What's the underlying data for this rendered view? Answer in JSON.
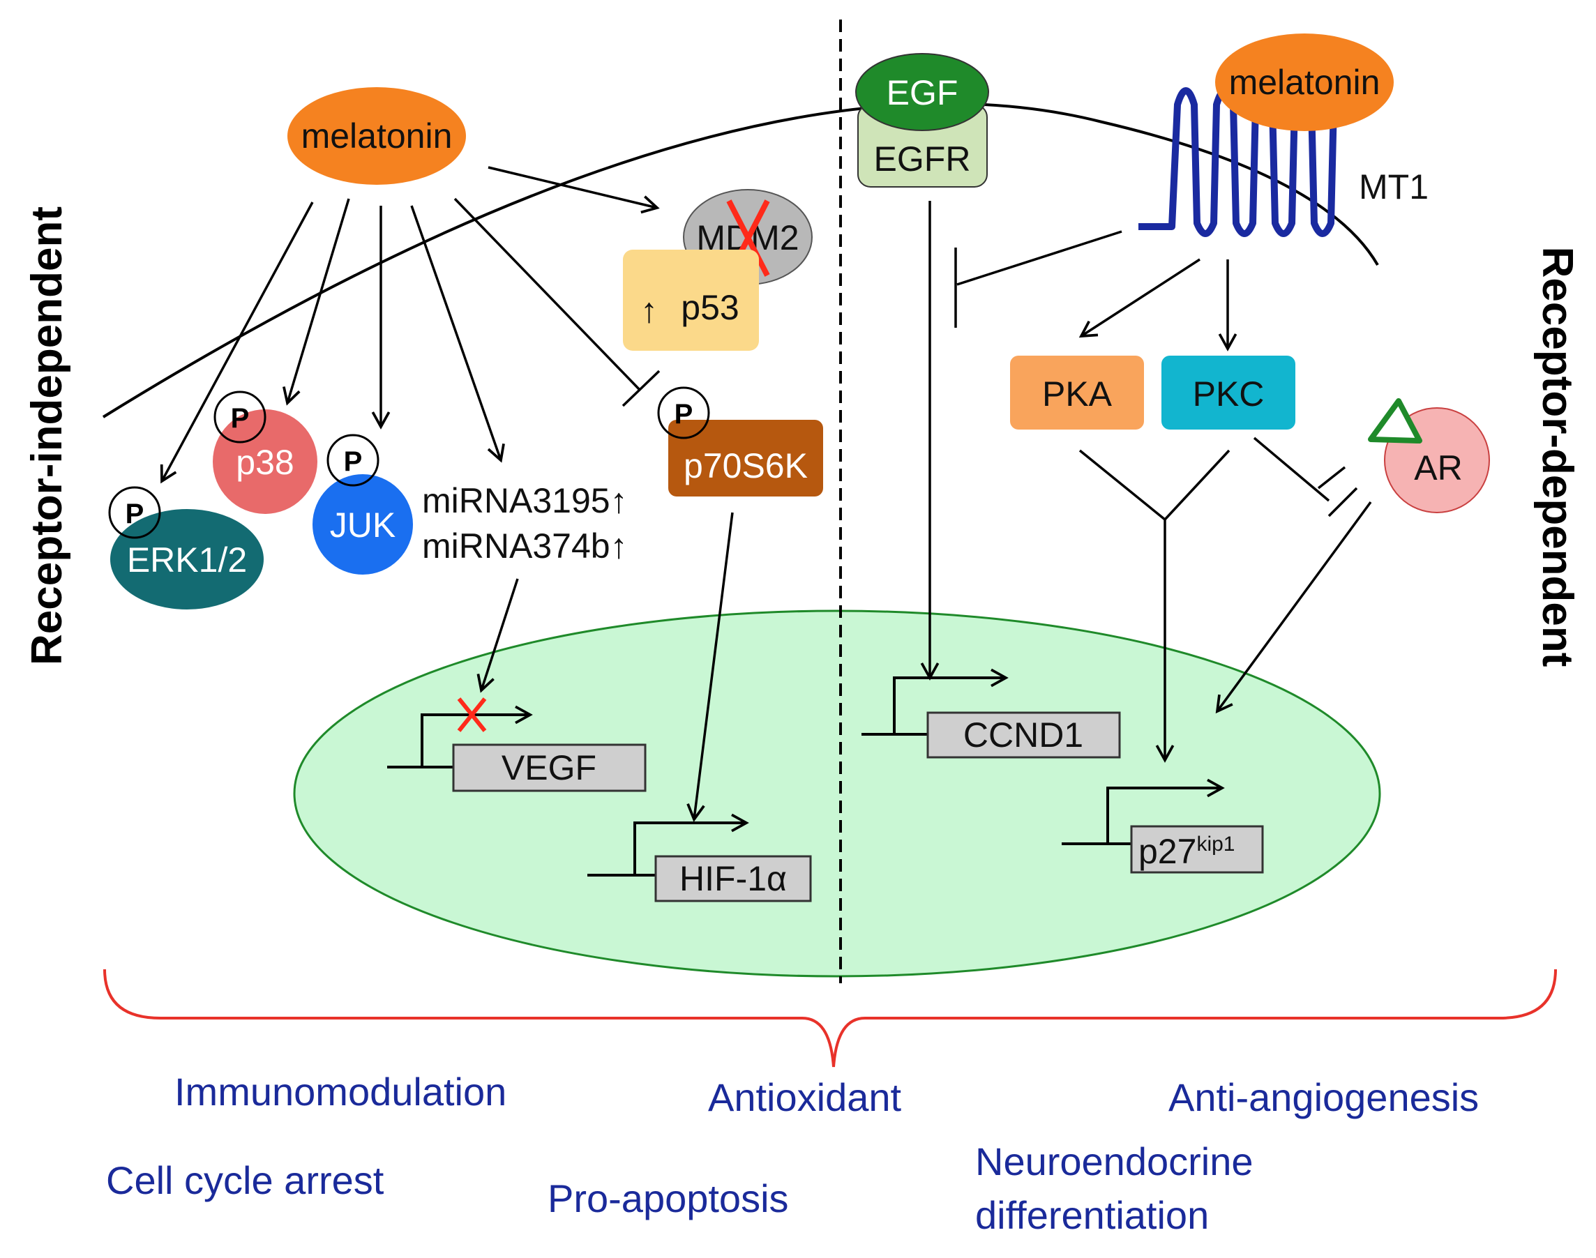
{
  "side_labels": {
    "left": "Receptor-independent",
    "right": "Receptor-dependent"
  },
  "nodes": {
    "melatonin_left": "melatonin",
    "melatonin_right": "melatonin",
    "egf": "EGF",
    "egfr": "EGFR",
    "mt1": "MT1",
    "mdm2": "MDM2",
    "p53": "p53",
    "p38": "p38",
    "juk": "JUK",
    "erk": "ERK1/2",
    "p70s6k": "p70S6K",
    "mirna1": "miRNA3195",
    "mirna2": "miRNA374b",
    "pka": "PKA",
    "pkc": "PKC",
    "ar": "AR",
    "phospho": "P"
  },
  "genes": {
    "vegf": "VEGF",
    "hif": "HIF-1α",
    "ccnd1": "CCND1",
    "p27": "p27",
    "p27_sup": "kip1"
  },
  "outcomes": {
    "immunomodulation": "Immunomodulation",
    "antioxidant": "Antioxidant",
    "anti_angiogenesis": "Anti-angiogenesis",
    "cell_cycle": "Cell cycle arrest",
    "pro_apoptosis": "Pro-apoptosis",
    "neuroendocrine_1": "Neuroendocrine",
    "neuroendocrine_2": "differentiation"
  },
  "symbols": {
    "up_arrow": "↑"
  },
  "colors": {
    "melatonin": "#f58220",
    "egf": "#1f8a2a",
    "egfr": "#cfe4b8",
    "mt1": "#1a2aa0",
    "p53": "#fbd98a",
    "mdm2": "#b8b8b8",
    "p38": "#e86a6a",
    "juk": "#1a6ff0",
    "erk": "#136b72",
    "p70s6k": "#b6580f",
    "pka": "#f9a45c",
    "pkc": "#12b5cf",
    "ar": "#f6b3b3",
    "nucleus": "#c9f7d4",
    "bracket": "#e8322a",
    "outcome_text": "#1a2a9a"
  }
}
